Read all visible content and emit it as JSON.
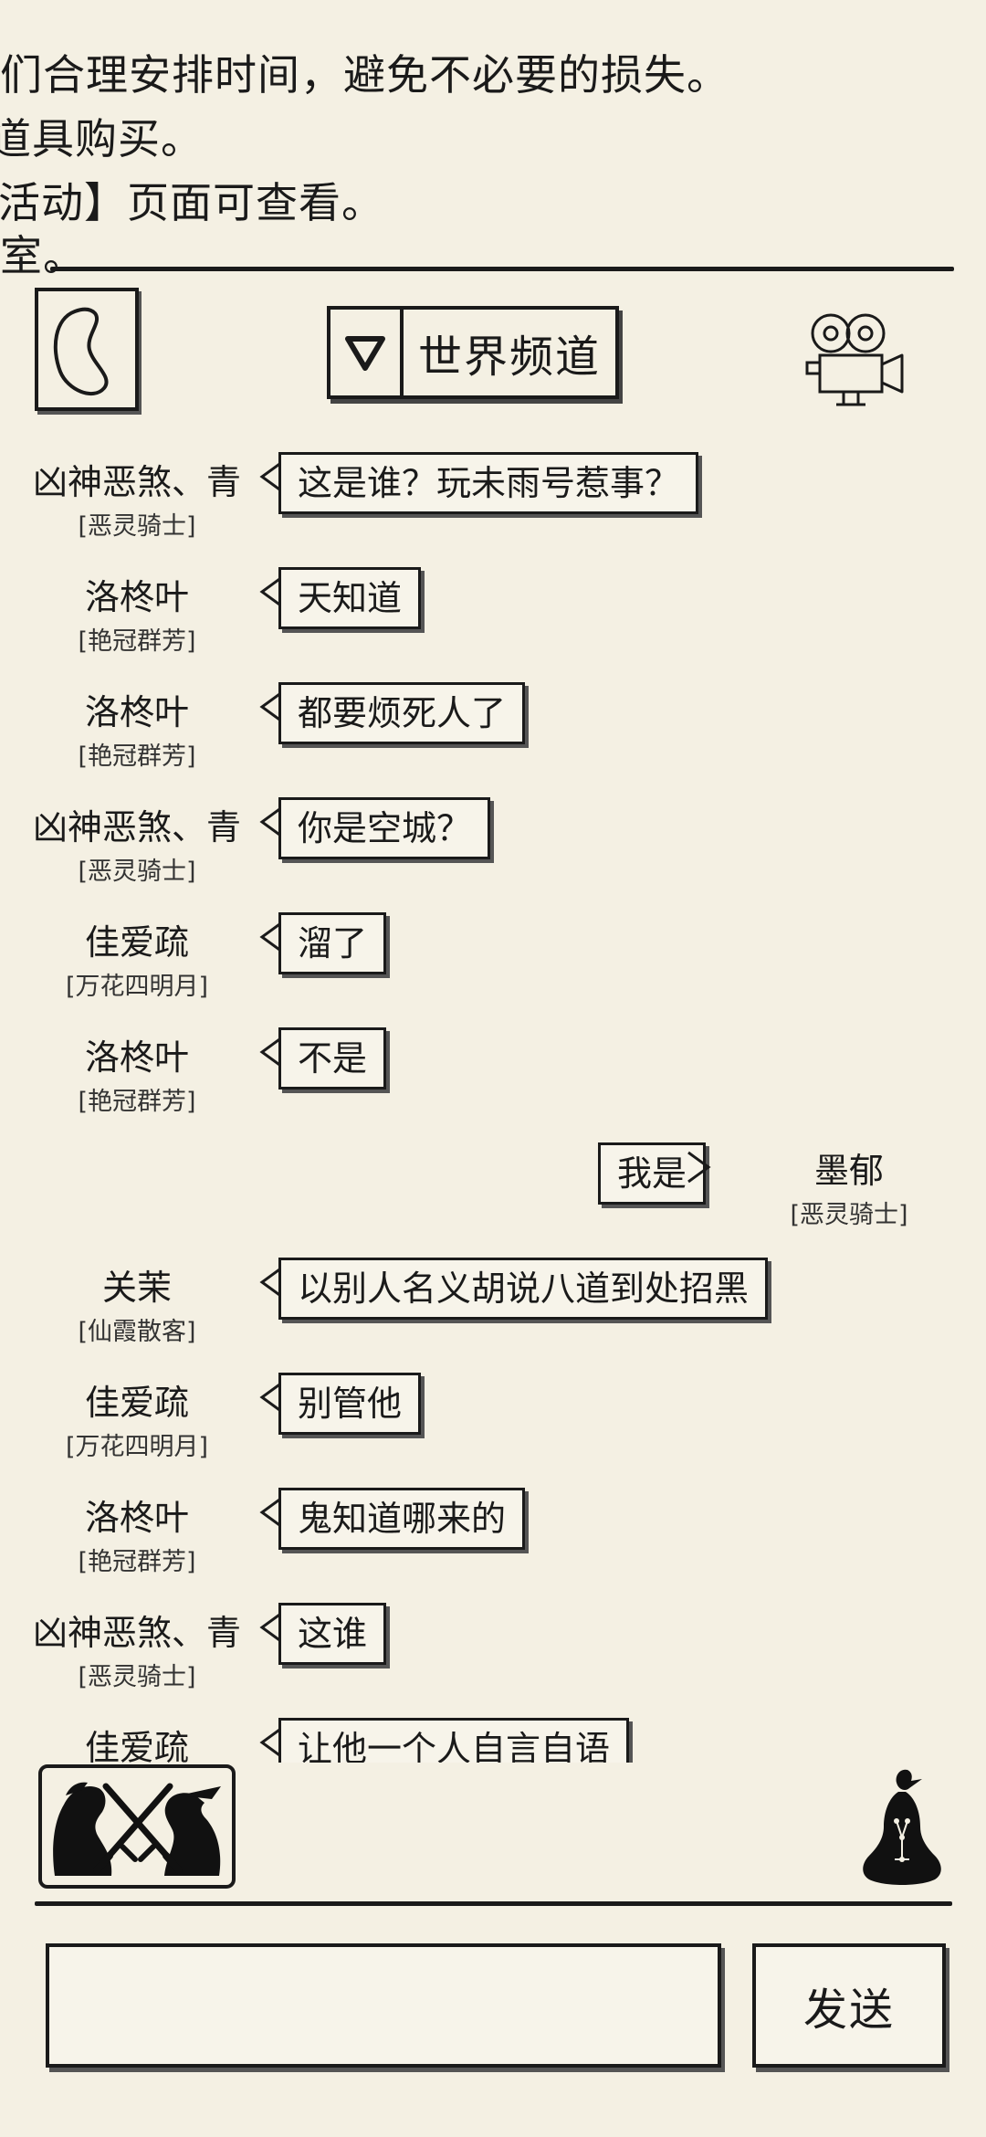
{
  "notice": {
    "lines": [
      "们合理安排时间，避免不必要的损失。",
      "道具购买。",
      "活动】页面可查看。",
      "室。"
    ]
  },
  "header": {
    "channel_name": "世界频道"
  },
  "messages": [
    {
      "name": "凶神恶煞、青",
      "guild": "[恶灵骑士]",
      "text": "这是谁？玩未雨号惹事？",
      "side": "left"
    },
    {
      "name": "洛柊叶",
      "guild": "[艳冠群芳]",
      "text": "天知道",
      "side": "left"
    },
    {
      "name": "洛柊叶",
      "guild": "[艳冠群芳]",
      "text": "都要烦死人了",
      "side": "left"
    },
    {
      "name": "凶神恶煞、青",
      "guild": "[恶灵骑士]",
      "text": "你是空城？",
      "side": "left"
    },
    {
      "name": "佳爱疏",
      "guild": "[万花四明月]",
      "text": "溜了",
      "side": "left"
    },
    {
      "name": "洛柊叶",
      "guild": "[艳冠群芳]",
      "text": "不是",
      "side": "left"
    },
    {
      "name": "墨郁",
      "guild": "[恶灵骑士]",
      "text": "我是",
      "side": "right"
    },
    {
      "name": "关茉",
      "guild": "[仙霞散客]",
      "text": "以别人名义胡说八道到处招黑",
      "side": "left"
    },
    {
      "name": "佳爱疏",
      "guild": "[万花四明月]",
      "text": "别管他",
      "side": "left"
    },
    {
      "name": "洛柊叶",
      "guild": "[艳冠群芳]",
      "text": "鬼知道哪来的",
      "side": "left"
    },
    {
      "name": "凶神恶煞、青",
      "guild": "[恶灵骑士]",
      "text": "这谁",
      "side": "left"
    },
    {
      "name": "佳爱疏",
      "guild": "",
      "text": "让他一个人自言自语",
      "side": "left"
    }
  ],
  "footer": {
    "input_placeholder": "",
    "send_label": "发送"
  },
  "icons": {
    "back": "back-icon",
    "channel_toggle": "triangle-down-icon",
    "camera": "camera-icon",
    "pvp": "crossed-swords-icon",
    "meditate": "meditation-icon"
  }
}
